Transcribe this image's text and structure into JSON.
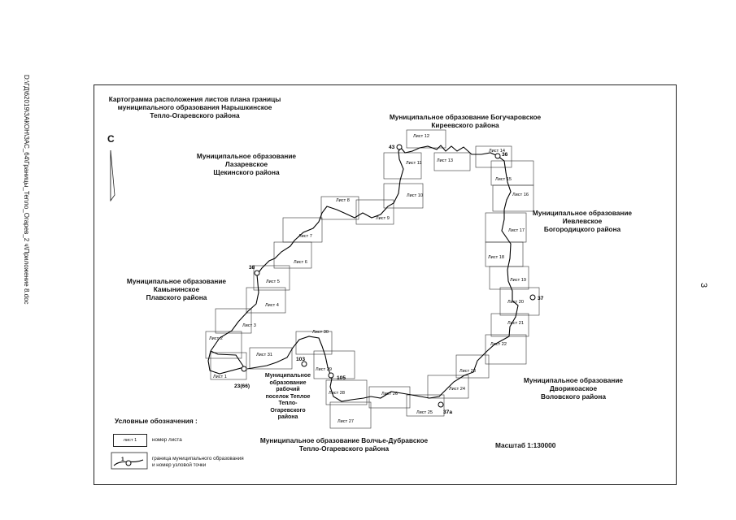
{
  "doc": {
    "side_path": "D:\\ГД\\62019\\ЗАКОН\\ЗАС_64\\Границы_Тепло_Огарев_2 ч\\Приложение 8.doc",
    "page_number": "3",
    "title_lines": [
      "Картограмма расположения листов плана границы",
      "муниципального образования Нарышкинское",
      "Тепло-Огаревского района"
    ],
    "north_label": "С",
    "scale": "Масштаб 1:130000"
  },
  "regions": {
    "bogucharovskoe": [
      "Муниципальное образование Богучаровское",
      "Киреевского района"
    ],
    "lazarevskoe": [
      "Муниципальное образование",
      "Лазаревское",
      "Щекинского района"
    ],
    "ievlevskoe": [
      "Муниципальное образование",
      "Иевлевское",
      "Богородицкого района"
    ],
    "kamyninskoe": [
      "Муниципальное образование",
      "Камынинское",
      "Плавского района"
    ],
    "teploe": [
      "Муниципальное",
      "образование",
      "рабочий",
      "поселок Теплое",
      "Тепло-",
      "Огаревского",
      "района"
    ],
    "dvorikovskoe": [
      "Муниципальное образование",
      "Дворикоаское",
      "Воловского района"
    ],
    "volchye": [
      "Муниципальное образование Волчье-Дубравское",
      "Тепло-Огаревского района"
    ]
  },
  "sheets": [
    "Лист 1",
    "Лист 2",
    "Лист 3",
    "Лист 4",
    "Лист 5",
    "Лист 6",
    "Лист 7",
    "Лист 8",
    "Лист 9",
    "Лист 10",
    "Лист 11",
    "Лист 12",
    "Лист 13",
    "Лист 14",
    "Лист 15",
    "Лист 16",
    "Лист 17",
    "Лист 18",
    "Лист 19",
    "Лист 20",
    "Лист 21",
    "Лист 22",
    "Лист 23",
    "Лист 24",
    "Лист 25",
    "Лист 26",
    "Лист 27",
    "Лист 28",
    "Лист 29",
    "Лист 30",
    "Лист 31"
  ],
  "nodes": [
    "43",
    "36",
    "38",
    "37",
    "103",
    "105",
    "23(66)",
    "37а"
  ],
  "legend": {
    "title": "Условные обозначения :",
    "sheet_sample": "лист 1",
    "sheet_desc": "номер листа",
    "node_sample": "1",
    "node_desc_1": "граница муниципального образования",
    "node_desc_2": "и номер узловой точки"
  }
}
